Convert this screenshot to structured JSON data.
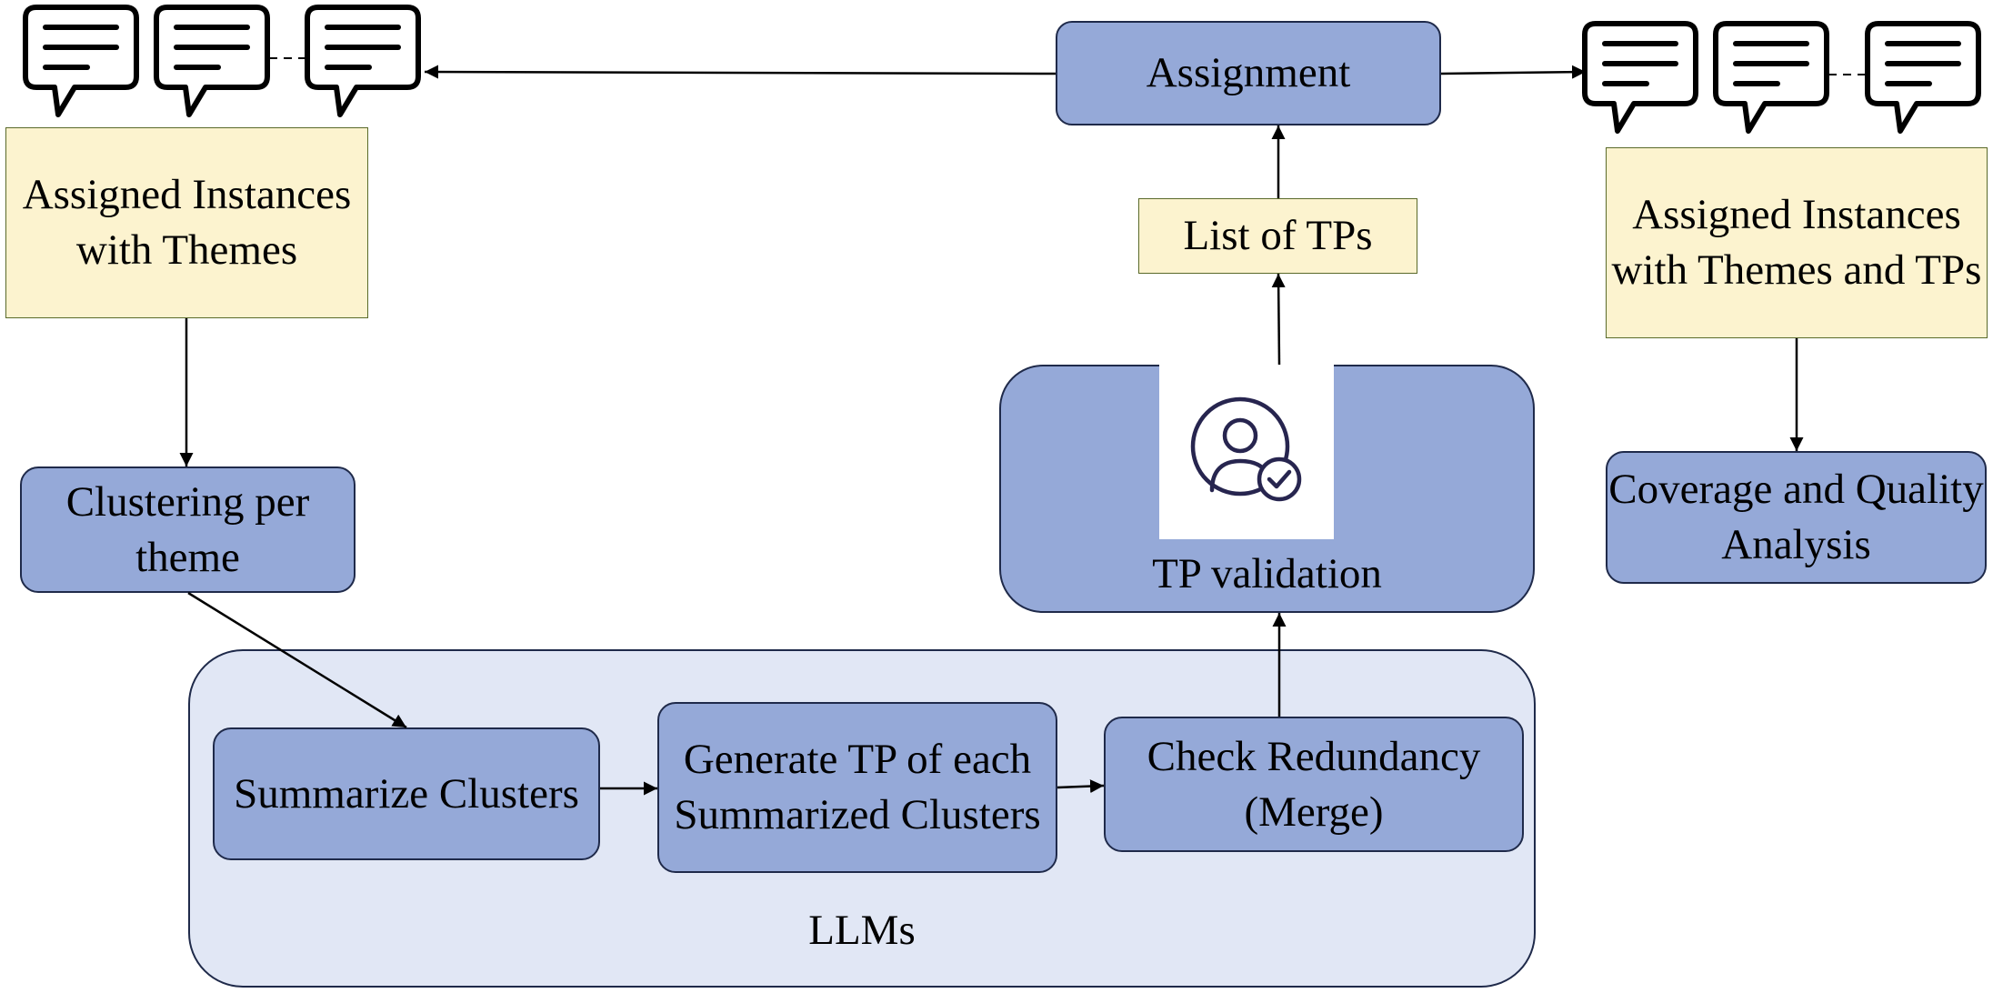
{
  "nodes": {
    "assignment": "Assignment",
    "assigned_themes": "Assigned Instances with Themes",
    "assigned_themes_tps": "Assigned Instances with Themes and TPs",
    "clustering": "Clustering per theme",
    "list_tps": "List of TPs",
    "tp_validation": "TP validation",
    "coverage": "Coverage and Quality Analysis",
    "summarize": "Summarize Clusters",
    "generate_tp": "Generate TP of each Summarized Clusters",
    "check_redundancy": "Check Redundancy (Merge)"
  },
  "container_label": "LLMs",
  "icons": {
    "comment": "speech-bubble-icon",
    "validator": "user-check-icon"
  },
  "colors": {
    "process_fill": "#95a9d8",
    "data_fill": "#fcf3cf",
    "container_fill": "#e1e7f5",
    "stroke": "#1f2a4a"
  }
}
